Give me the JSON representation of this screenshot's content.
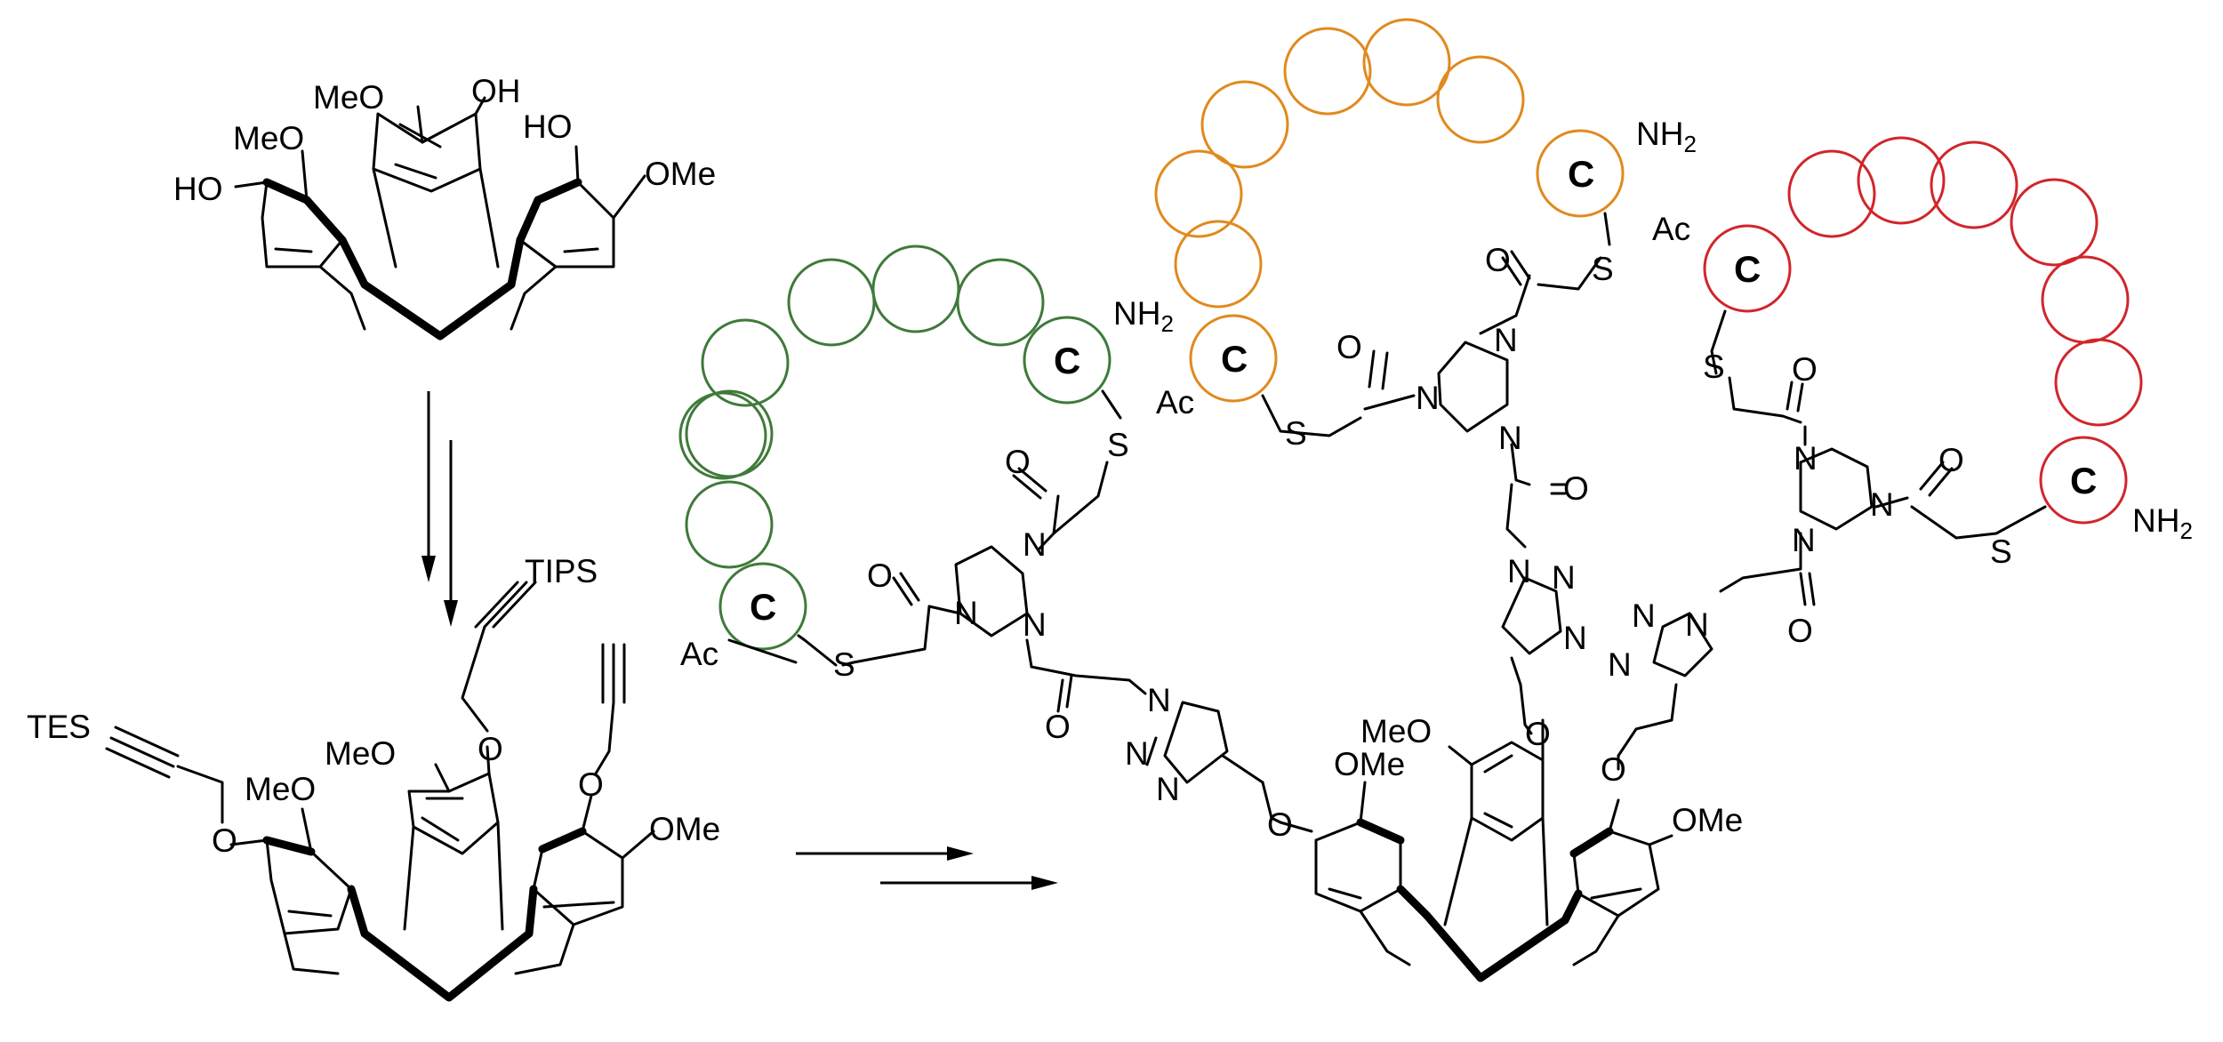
{
  "labels": {
    "meo": "MeO",
    "ome": "OMe",
    "oh": "OH",
    "ho": "HO",
    "o": "O",
    "n": "N",
    "s": "S",
    "ac": "Ac",
    "nh": "NH",
    "sub2": "2",
    "tips": "TIPS",
    "tes": "TES",
    "cys": "C"
  },
  "colors": {
    "green_peptide": "#3f7a3a",
    "orange_peptide": "#e08a1e",
    "red_peptide": "#d0262b",
    "bond": "#000000"
  },
  "peptides": [
    {
      "name": "green",
      "residues": 8,
      "color": "#3f7a3a"
    },
    {
      "name": "orange",
      "residues": 8,
      "color": "#e08a1e"
    },
    {
      "name": "red",
      "residues": 8,
      "color": "#d0262b"
    }
  ]
}
